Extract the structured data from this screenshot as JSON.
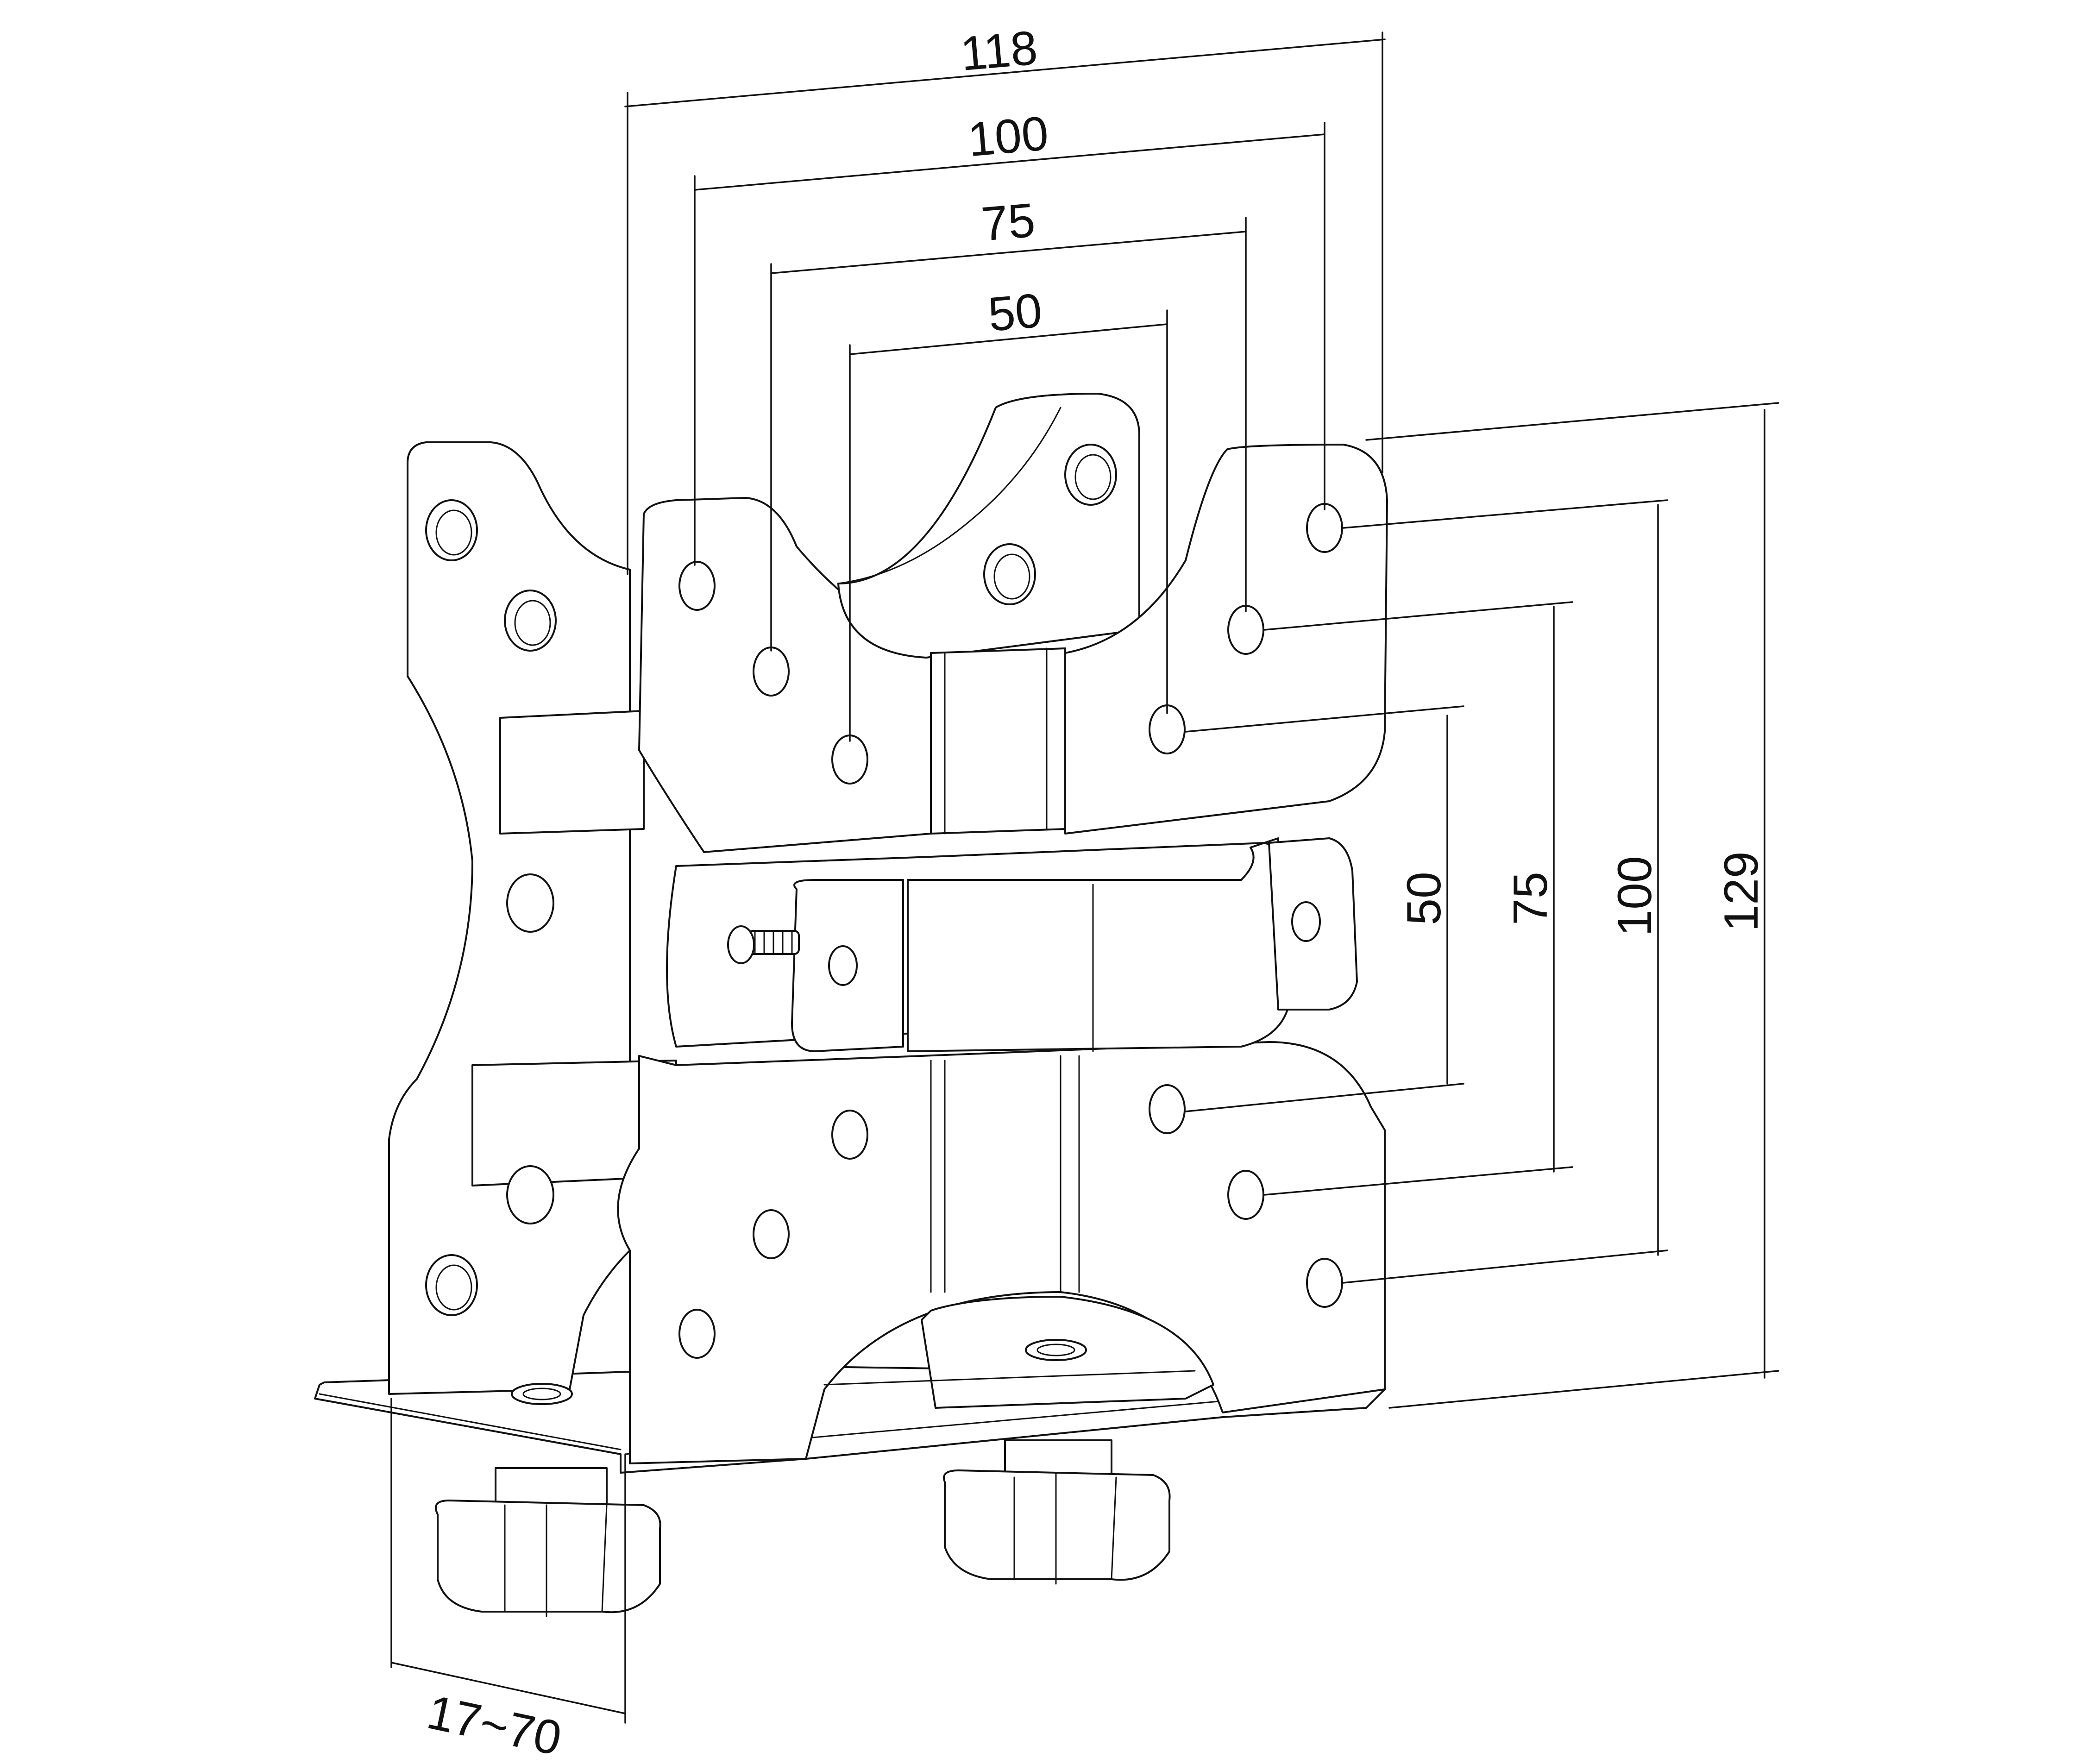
{
  "diagram": {
    "dimensions": {
      "horizontal": [
        "118",
        "100",
        "75",
        "50"
      ],
      "vertical": [
        "50",
        "75",
        "100",
        "129"
      ],
      "clamp_range": "17~70"
    }
  }
}
